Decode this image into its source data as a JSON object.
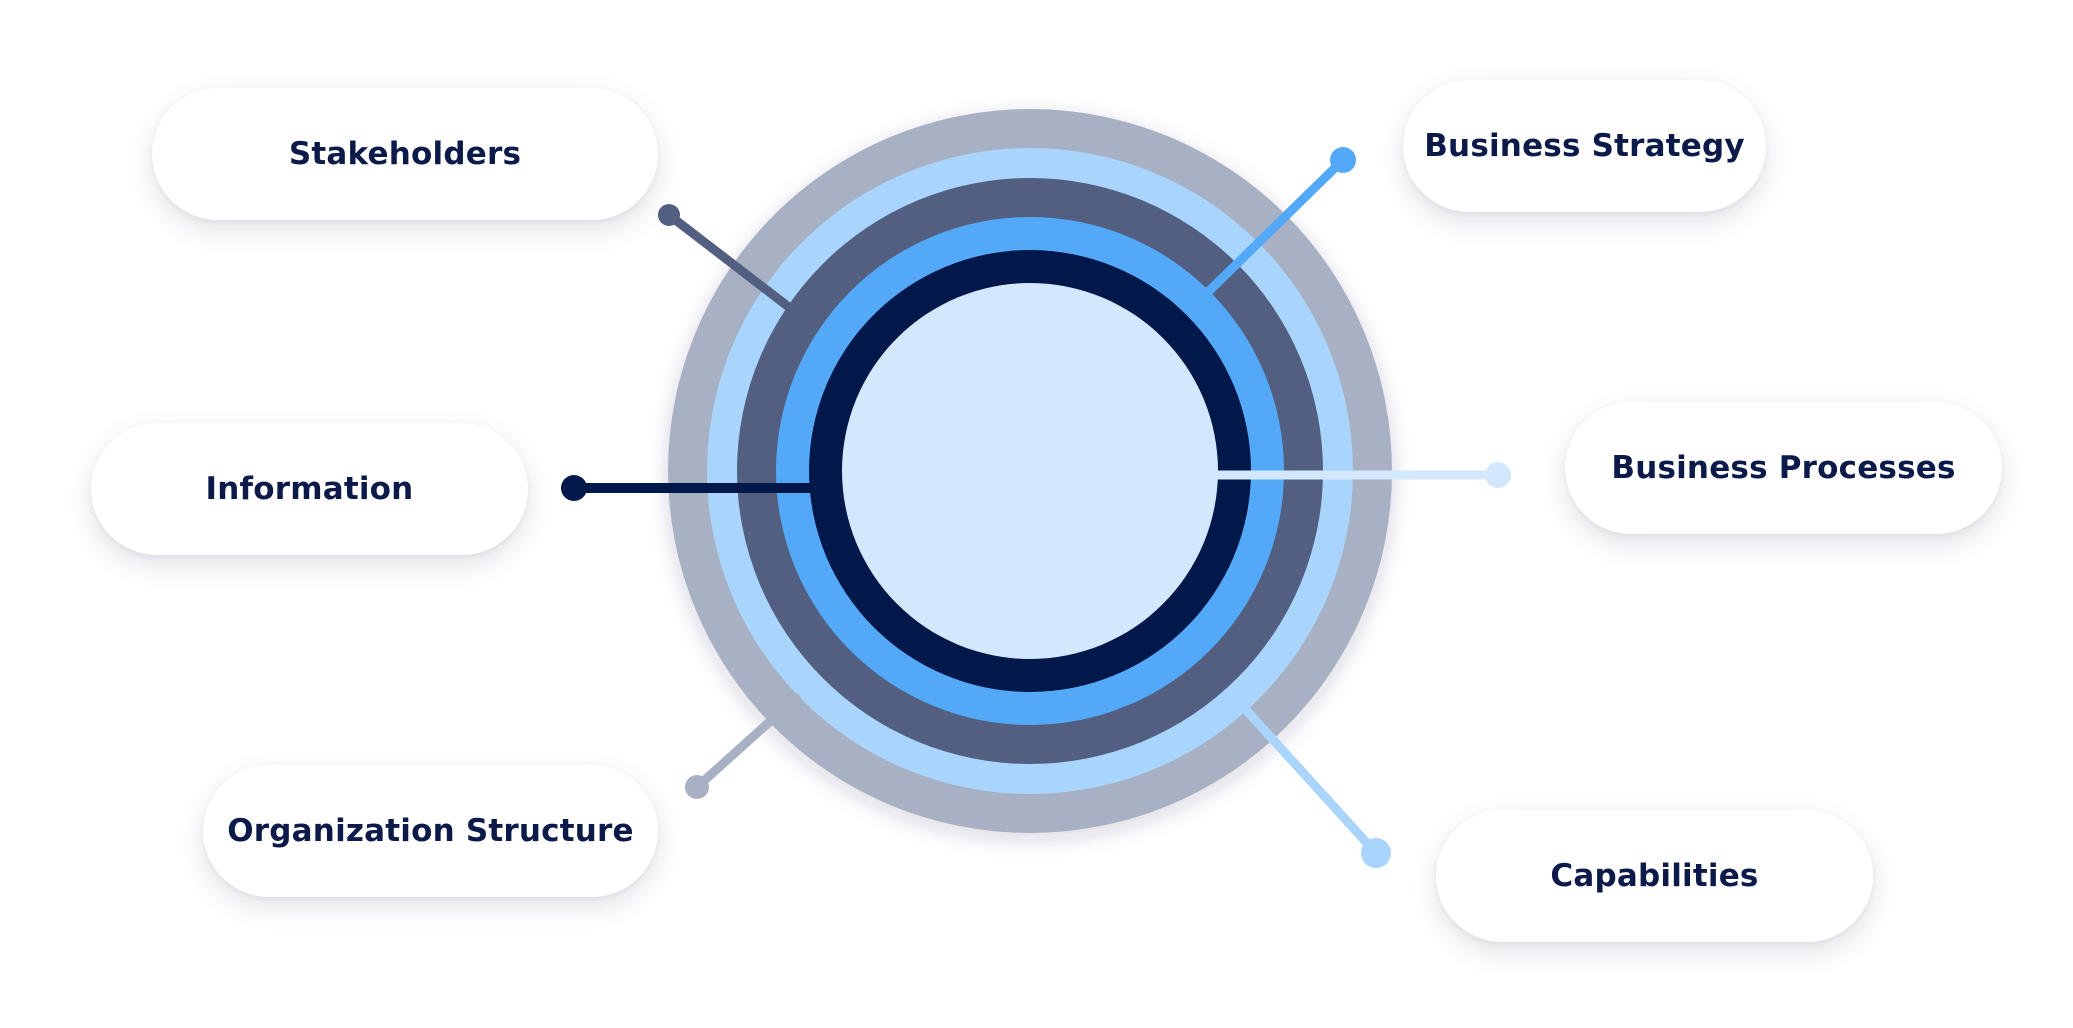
{
  "labels": {
    "stakeholders": "Stakeholders",
    "information": "Information",
    "organization_structure": "Organization Structure",
    "business_strategy": "Business Strategy",
    "business_processes": "Business Processes",
    "capabilities": "Capabilities"
  },
  "colors": {
    "ring_outer": "#a8b0c4",
    "ring_light_blue": "#a9d4fb",
    "ring_slate": "#535f80",
    "ring_bright_blue": "#53a9f7",
    "ring_navy": "#01184a",
    "core_fill": "#d3e8fc",
    "label_text": "#0c1a4a"
  }
}
